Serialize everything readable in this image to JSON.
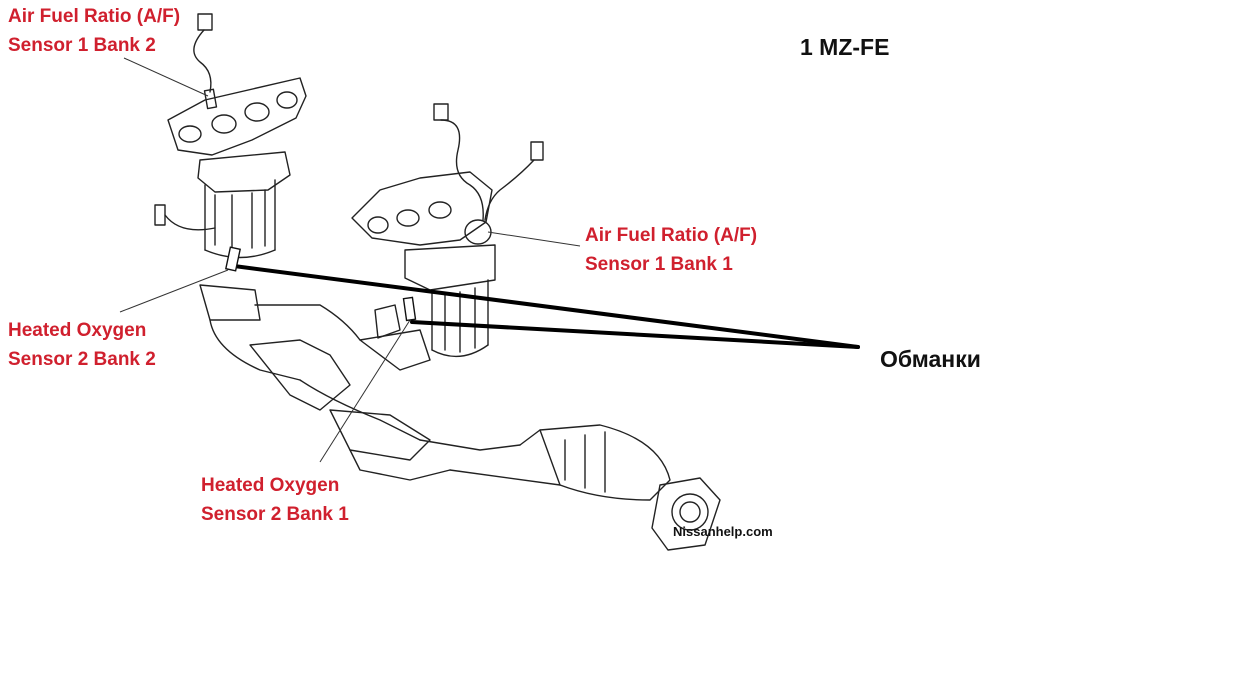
{
  "title": "1 MZ-FE",
  "decoy_label": "Обманки",
  "watermark": "Nissanhelp.com",
  "colors": {
    "label_red": "#d0202e",
    "line_black": "#000000",
    "text_dark": "#111111"
  },
  "labels": {
    "af_bank2": {
      "line1": "Air Fuel Ratio (A/F)",
      "line2": "Sensor 1 Bank 2"
    },
    "af_bank1": {
      "line1": "Air Fuel Ratio (A/F)",
      "line2": "Sensor 1 Bank 1"
    },
    "ho2_bank2": {
      "line1": "Heated Oxygen",
      "line2": "Sensor 2 Bank 2"
    },
    "ho2_bank1": {
      "line1": "Heated Oxygen",
      "line2": "Sensor 2 Bank 1"
    }
  }
}
